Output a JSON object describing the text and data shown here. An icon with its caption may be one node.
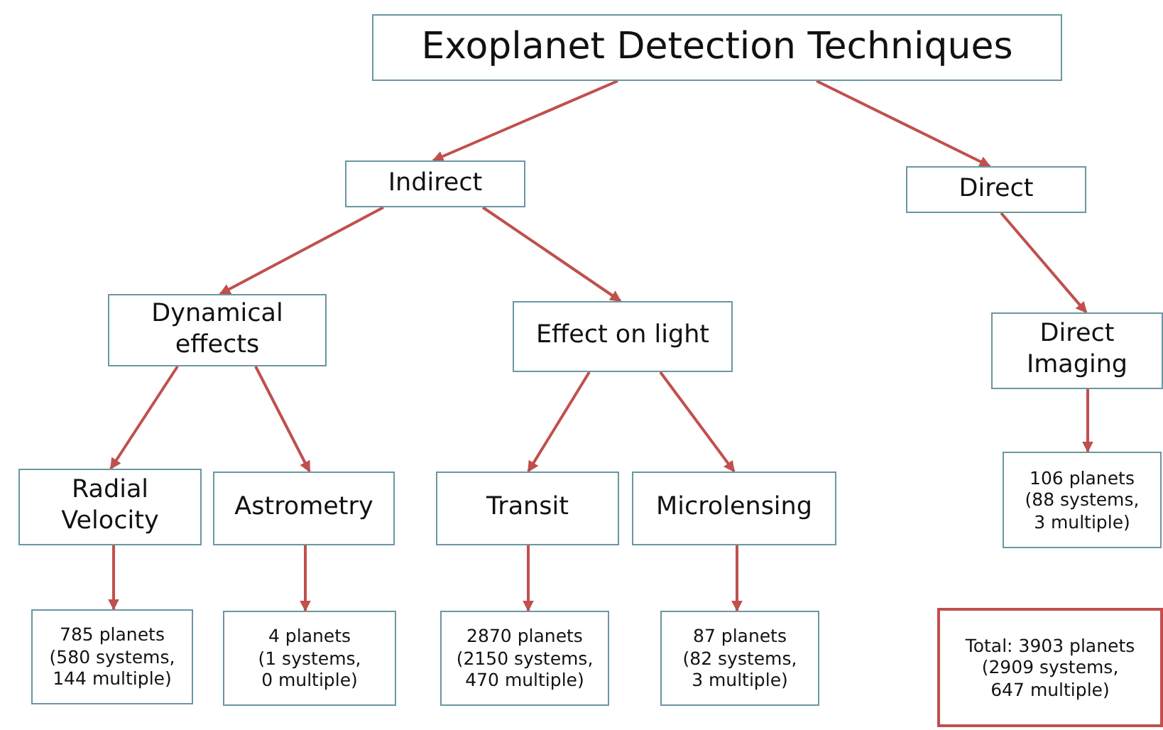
{
  "diagram": {
    "nodes": [
      {
        "text": [
          "Exoplanet Detection Techniques"
        ]
      },
      {
        "text": [
          "Indirect"
        ]
      },
      {
        "text": [
          "Direct"
        ]
      },
      {
        "text": [
          "Dynamical effects"
        ]
      },
      {
        "text": [
          "Effect on light"
        ]
      },
      {
        "text": [
          "Direct Imaging"
        ]
      },
      {
        "text": [
          "Radial Velocity"
        ]
      },
      {
        "text": [
          "Astrometry"
        ]
      },
      {
        "text": [
          "Transit"
        ]
      },
      {
        "text": [
          "Microlensing"
        ]
      },
      {
        "text": [
          "785 planets (580 systems, 144 multiple)"
        ]
      },
      {
        "text": [
          "4 planets (1 systems, 0 multiple)"
        ]
      },
      {
        "text": [
          "2870 planets (2150 systems, 470 multiple)"
        ]
      },
      {
        "text": [
          "87 planets (82 systems, 3 multiple)"
        ]
      },
      {
        "text": [
          "106 planets (88 systems, 3 multiple)"
        ]
      },
      {
        "text": [
          "Total: 3903 planets (2909 systems, 647 multiple)"
        ]
      }
    ],
    "edges": [
      {
        "from": 0,
        "to": 1,
        "arrow": "to"
      },
      {
        "from": 0,
        "to": 2,
        "arrow": "to"
      },
      {
        "from": 1,
        "to": 3,
        "arrow": "to"
      },
      {
        "from": 1,
        "to": 4,
        "arrow": "to"
      },
      {
        "from": 2,
        "to": 5,
        "arrow": "to"
      },
      {
        "from": 3,
        "to": 6,
        "arrow": "to"
      },
      {
        "from": 3,
        "to": 7,
        "arrow": "to"
      },
      {
        "from": 4,
        "to": 8,
        "arrow": "to"
      },
      {
        "from": 4,
        "to": 9,
        "arrow": "to"
      },
      {
        "from": 5,
        "to": 14,
        "arrow": "to"
      },
      {
        "from": 6,
        "to": 10,
        "arrow": "to"
      },
      {
        "from": 7,
        "to": 11,
        "arrow": "to"
      },
      {
        "from": 8,
        "to": 12,
        "arrow": "to"
      },
      {
        "from": 9,
        "to": 13,
        "arrow": "to"
      }
    ]
  }
}
